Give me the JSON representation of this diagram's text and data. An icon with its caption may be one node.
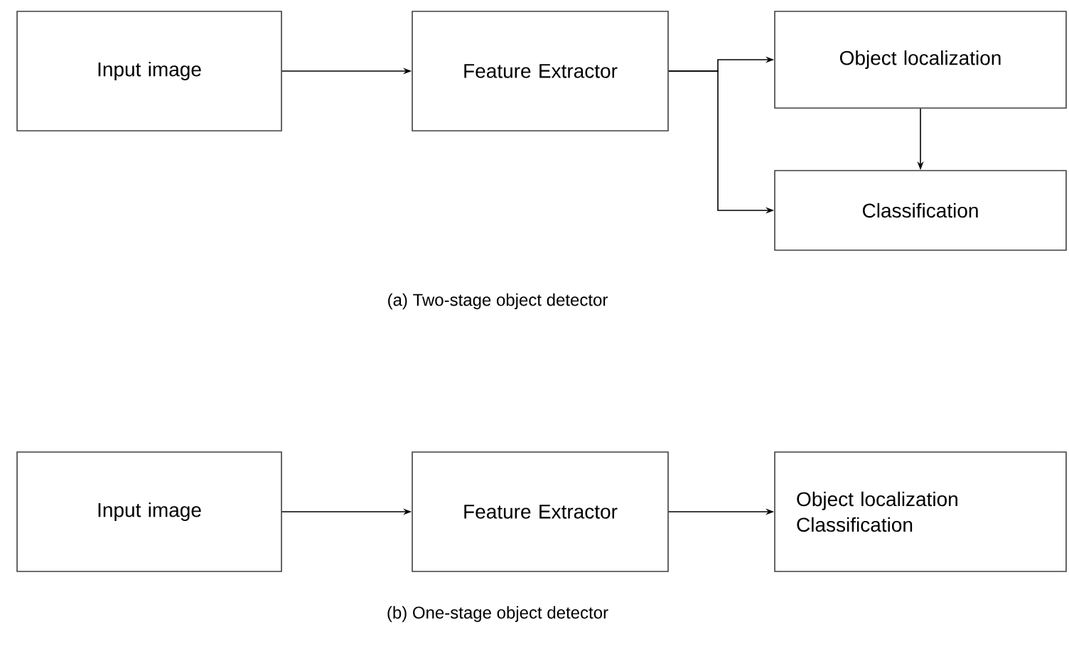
{
  "diagram": {
    "nodes": [
      {
        "text": [
          "Input image"
        ]
      },
      {
        "text": [
          "Feature Extractor"
        ]
      },
      {
        "text": [
          "Object localization"
        ]
      },
      {
        "text": [
          "Classification"
        ]
      },
      {
        "text": [
          "Input image"
        ]
      },
      {
        "text": [
          "Feature Extractor"
        ]
      },
      {
        "text": [
          "Object localization",
          "Classification"
        ]
      }
    ],
    "edges": [
      {
        "from": 0,
        "to": 1,
        "arrow": "to"
      },
      {
        "from": 1,
        "to": 2,
        "arrow": "to"
      },
      {
        "from": 1,
        "to": 3,
        "arrow": "to"
      },
      {
        "from": 2,
        "to": 3,
        "arrow": "to"
      },
      {
        "from": 4,
        "to": 5,
        "arrow": "to"
      },
      {
        "from": 5,
        "to": 6,
        "arrow": "to"
      }
    ],
    "labels": [
      "(a) Two-stage object detector",
      "(b) One-stage object detector"
    ]
  }
}
